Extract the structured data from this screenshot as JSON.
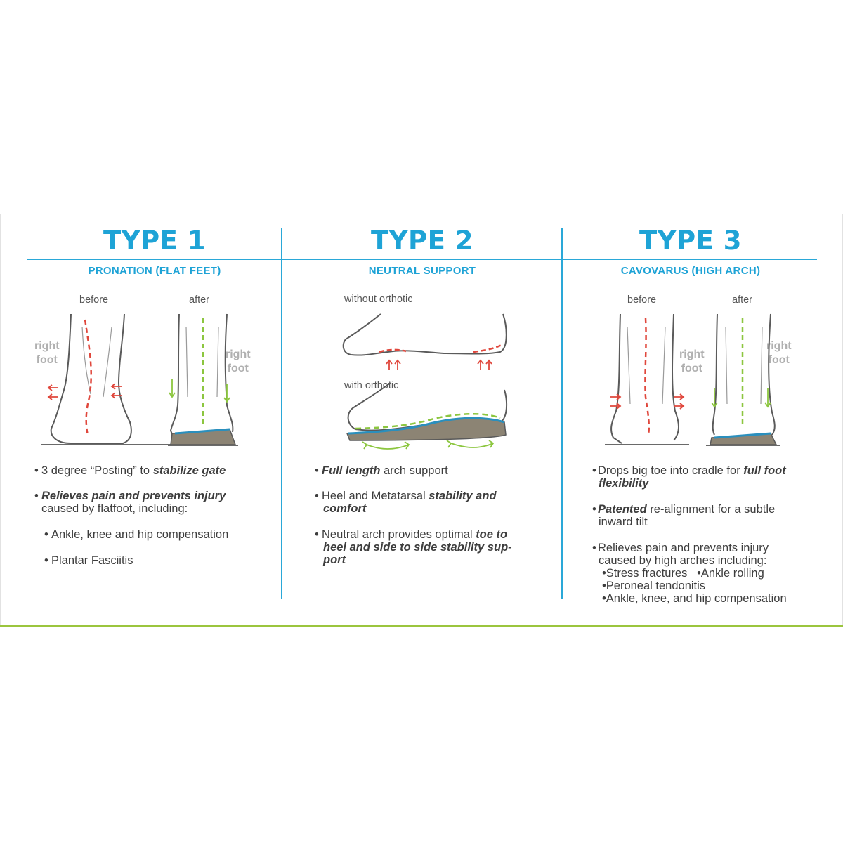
{
  "colors": {
    "accent": "#1ea3d6",
    "green": "#9bc53d",
    "red": "#e0473c",
    "insole_green": "#8cc63f",
    "cork": "#8c8474",
    "blue_layer": "#2a8fbd"
  },
  "type1": {
    "title": "TYPE 1",
    "subtitle": "PRONATION (FLAT FEET)",
    "before": "before",
    "after": "after",
    "foot_left": [
      "right",
      "foot"
    ],
    "foot_right": [
      "right",
      "foot"
    ],
    "b1_pre": "3 degree “Posting” to ",
    "b1_em": "stabilize gate",
    "b2_em": "Relieves pain and prevents injury",
    "b2_rest": "caused by flatfoot, including:",
    "b3": "Ankle, knee and hip compensation",
    "b4": "Plantar Fasciitis"
  },
  "type2": {
    "title": "TYPE 2",
    "subtitle": "NEUTRAL SUPPORT",
    "without": "without orthotic",
    "with": "with orthotic",
    "b1_em": "Full length",
    "b1_rest": " arch support",
    "b2_pre": "Heel and Metatarsal ",
    "b2_em1": "stability and",
    "b2_em2": "comfort",
    "b3_pre": "Neutral arch provides optimal ",
    "b3_em1": "toe to",
    "b3_em2": "heel and side to side stability sup-",
    "b3_em3": "port"
  },
  "type3": {
    "title": "TYPE 3",
    "subtitle": "CAVOVARUS (HIGH ARCH)",
    "before": "before",
    "after": "after",
    "foot_left": [
      "right",
      "foot"
    ],
    "foot_right": [
      "right",
      "foot"
    ],
    "b1_pre": "Drops big toe into cradle for ",
    "b1_em1": "full foot",
    "b1_em2": "flexibility",
    "b2_em": "Patented",
    "b2_rest1": " re-alignment for a subtle",
    "b2_rest2": "inward tilt",
    "b3_1": "Relieves pain and prevents injury",
    "b3_2": "caused by high arches including:",
    "s1": "Stress fractures",
    "s2": "Ankle rolling",
    "s3": "Peroneal tendonitis",
    "s4": "Ankle, knee, and hip compensation"
  }
}
